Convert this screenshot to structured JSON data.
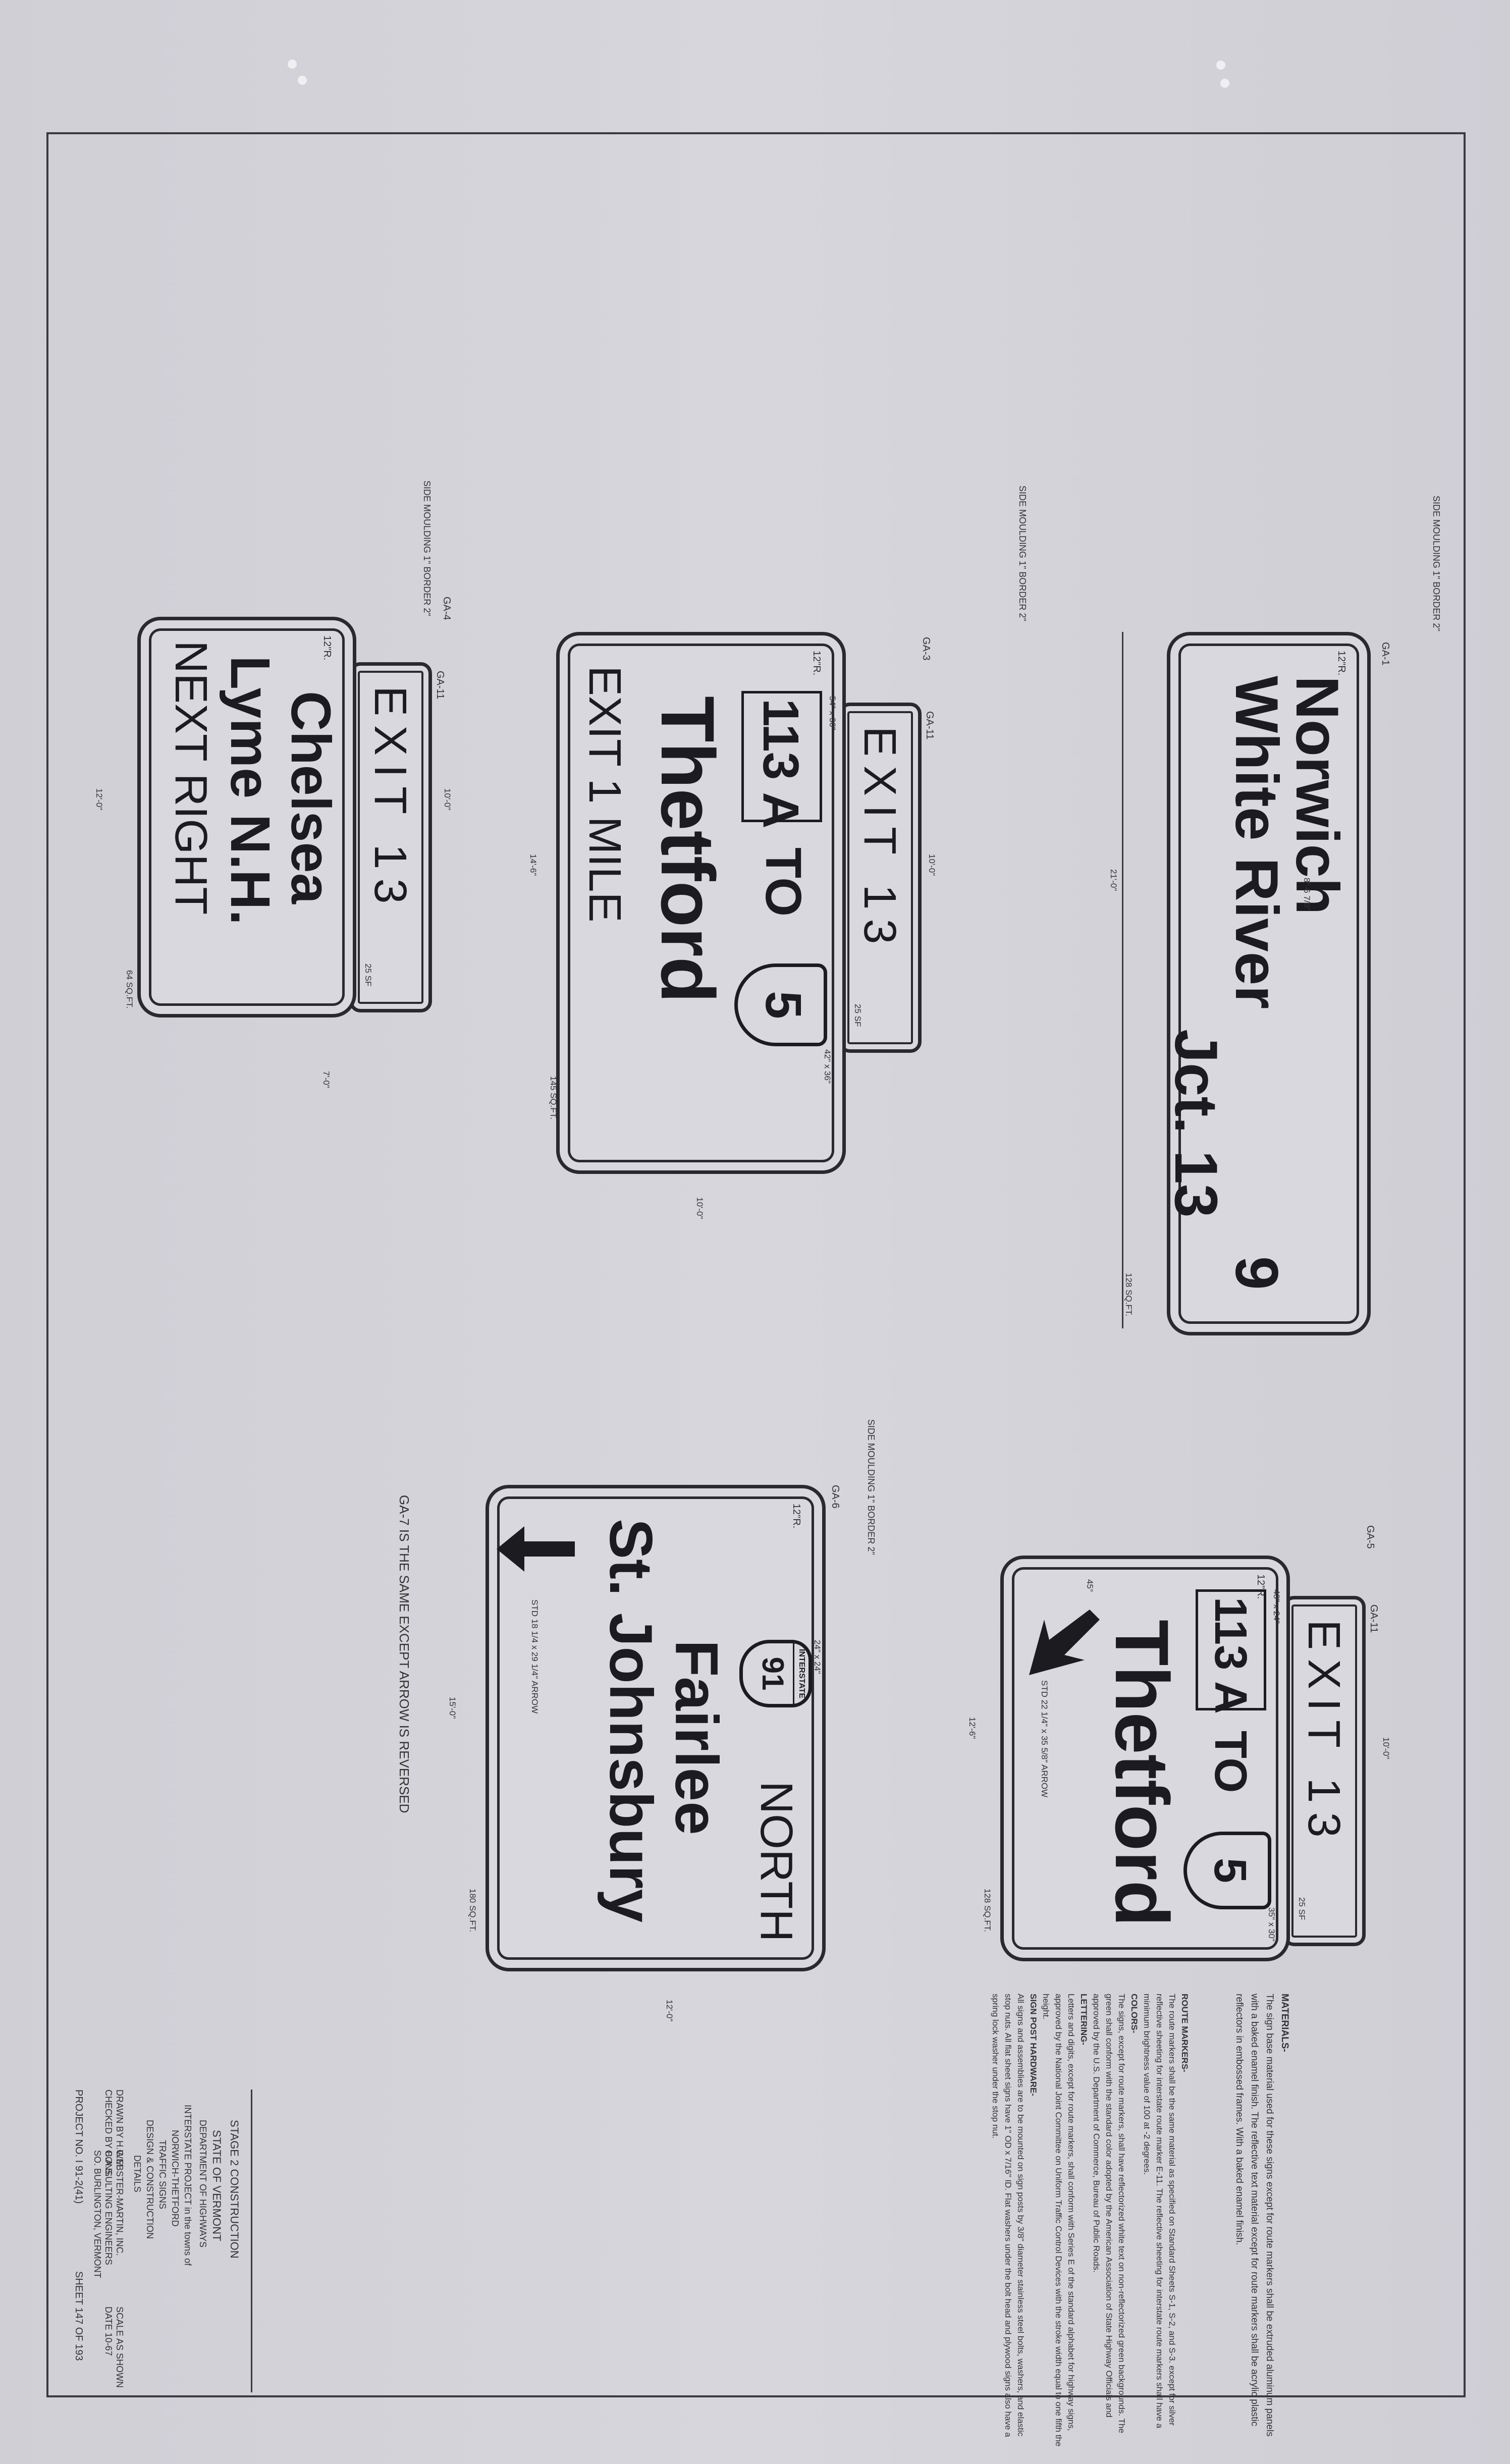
{
  "signs": {
    "ga1": {
      "label": "GA-1",
      "line1": "Norwich",
      "line2": "White River",
      "line3": "Jct. 13",
      "route": "9",
      "area": "128 SQ.FT.",
      "width": "21'-0\"",
      "side": "SIDE MOULDING 1\" BORDER 2\"",
      "radius": "12\"R.",
      "letter_dim": "8\"-6 7/8\""
    },
    "ga3": {
      "label": "GA-3",
      "tab_label": "GA-11",
      "exit": "EXIT 13",
      "tab_area": "25 SF",
      "route_box": "113 A",
      "to": "TO",
      "shield": "5",
      "dest": "Thetford",
      "sub": "EXIT 1 MILE",
      "area": "145 SQ.FT.",
      "width": "14'-6\"",
      "side": "SIDE MOULDING 1\" BORDER 2\"",
      "box_dim": "54\" x 30\"",
      "shield_dim": "42\" x 36\"",
      "radius": "12\"R.",
      "tab_width": "10'-0\"",
      "bottom_width": "10'-0\""
    },
    "ga4": {
      "label": "GA-4",
      "tab_label": "GA-11",
      "exit": "EXIT 13",
      "tab_area": "25 SF",
      "line1": "Chelsea",
      "line2": "Lyme N.H.",
      "line3": "NEXT RIGHT",
      "area": "64 SQ.FT.",
      "width": "12'-0\"",
      "side": "SIDE MOULDING 1\" BORDER 2\"",
      "radius": "12\"R.",
      "tab_width": "10'-0\"",
      "height": "7'-0\""
    },
    "ga5": {
      "label": "GA-5",
      "tab_label": "GA-11",
      "exit": "EXIT 13",
      "tab_area": "25 SF",
      "route_box": "113 A",
      "to": "TO",
      "shield": "5",
      "dest": "Thetford",
      "arrow_note": "STD 22 1/4\" x 35 5/8\" ARROW",
      "angle": "45°",
      "area": "128 SQ.FT.",
      "width": "12'-6\"",
      "box_dim": "48\" x 24\"",
      "shield_dim": "35\" x 30\"",
      "radius": "12\"R.",
      "tab_width": "10'-0\""
    },
    "ga6": {
      "label": "GA-6",
      "interstate": "INTERSTATE",
      "shield_num": "91",
      "dir": "NORTH",
      "line1": "Fairlee",
      "line2": "St. Johnsbury",
      "arrow_note": "STD 18 1/4 x 29 1/4\" ARROW",
      "shield_dim": "24\" x 24\"",
      "area": "180 SQ.FT.",
      "width": "15'-0\"",
      "height": "12'-0\"",
      "side": "SIDE MOULDING 1\" BORDER 2\"",
      "radius": "12\"R."
    }
  },
  "ga7_note": "GA-7 IS THE SAME EXCEPT ARROW IS REVERSED",
  "notes": {
    "materials_title": "MATERIALS-",
    "materials_text": "The sign base material used for these signs except for route markers shall be extruded aluminum panels with a baked enamel finish. The reflective text material except for route markers shall be acrylic plastic reflectors in embossed frames. With a baked enamel finish.",
    "route_title": "ROUTE MARKERS-",
    "route_text": "The route markers shall be the same material as specified on Standard Sheets S-1, S-2, and S-3. except for silver reflective sheeting for interstate route marker E-11. The reflective sheeting for interstate route markers shall have a minimum brightness value of 100 at -2 degrees.",
    "colors_title": "COLORS-",
    "colors_text": "The signs, except for route markers, shall have reflectorized white text on non-reflectorized green backgrounds. The green shall conform with the standard color adopted by the American Association of State Highway Officials and approved by the U.S. Department of Commerce, Bureau of Public Roads.",
    "lettering_title": "LETTERING-",
    "lettering_text": "Letters and digits, except for route markers, shall conform with Series E of the standard alphabet for highway signs, approved by the National Joint Committee on Uniform Traffic Control Devices with the stroke width equal to one fifth the height.",
    "hardware_title": "SIGN POST HARDWARE-",
    "hardware_text": "All signs and assemblies are to be mounted on sign posts by 3/8\" diameter stainless steel bolts, washers, and elastic stop nuts. All flat sheet signs have 1\" OD x 7/16\" ID. Flat washers under the bolt head and plywood signs also have a spring lock washer under the stop nut."
  },
  "title_block": {
    "stage": "STAGE 2 CONSTRUCTION",
    "state": "STATE OF VERMONT",
    "dept": "DEPARTMENT OF HIGHWAYS",
    "project": "INTERSTATE PROJECT in the towns of",
    "towns": "NORWICH-THETFORD",
    "subject": "TRAFFIC SIGNS",
    "detail": "DESIGN & CONSTRUCTION",
    "detail2": "DETAILS",
    "firm": "WEBSTER-MARTIN, INC.",
    "firm2": "CONSULTING ENGINEERS",
    "firm3": "SO. BURLINGTON, VERMONT",
    "scale": "SCALE AS SHOWN",
    "date": "DATE 10-67",
    "drawn": "DRAWN BY H.G.M.",
    "checked": "CHECKED BY B.A.S.",
    "project_no": "PROJECT NO. I 91-2(41)",
    "sheet": "SHEET 147 OF 193"
  }
}
